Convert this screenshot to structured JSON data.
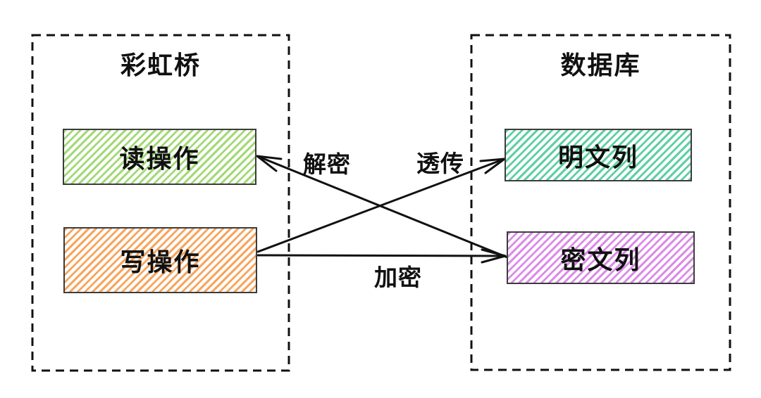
{
  "groups": {
    "rainbow_bridge": {
      "title": "彩虹桥",
      "nodes": {
        "read": {
          "label": "读操作",
          "color": "#a3d977"
        },
        "write": {
          "label": "写操作",
          "color": "#f7a55e"
        }
      }
    },
    "database": {
      "title": "数据库",
      "nodes": {
        "plaintext": {
          "label": "明文列",
          "color": "#5fcfa4"
        },
        "ciphertext": {
          "label": "密文列",
          "color": "#db8ce8"
        }
      }
    }
  },
  "edges": {
    "decrypt": {
      "label": "解密",
      "from": "密文列",
      "to": "读操作"
    },
    "passthrough": {
      "label": "透传",
      "from": "写操作",
      "to": "明文列"
    },
    "encrypt": {
      "label": "加密",
      "from": "写操作",
      "to": "密文列"
    }
  },
  "colors": {
    "background": "#ffffff",
    "line": "#111111",
    "box_border": "#3c3c3c",
    "hatch_green": "#a3d977",
    "hatch_orange": "#f7a55e",
    "hatch_teal": "#5fcfa4",
    "hatch_purple": "#db8ce8"
  }
}
